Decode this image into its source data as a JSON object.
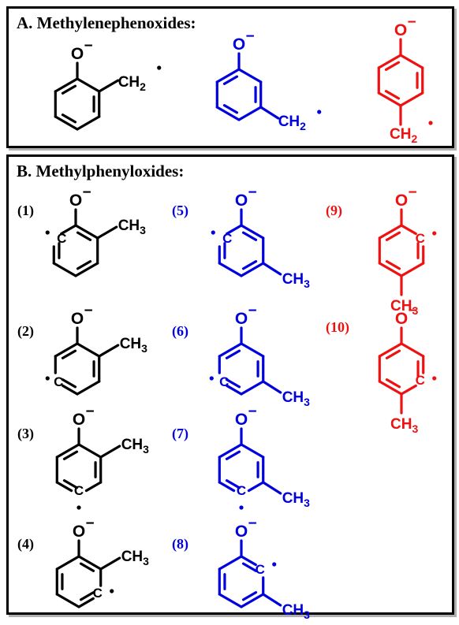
{
  "panel_a": {
    "heading": "A. Methylenephenoxides:"
  },
  "panel_b": {
    "heading": "B. Methylphenyloxides:",
    "labels": [
      "(1)",
      "(2)",
      "(3)",
      "(4)",
      "(5)",
      "(6)",
      "(7)",
      "(8)",
      "(9)",
      "(10)"
    ]
  },
  "atoms": {
    "oxygen": "O",
    "charge": "−",
    "methyl": "CH",
    "methylene": "CH",
    "subscript_3": "3",
    "subscript_2": "2",
    "carbon": "C"
  },
  "colors": {
    "ortho": "#000000",
    "meta": "#0000dd",
    "para": "#ee1111"
  }
}
